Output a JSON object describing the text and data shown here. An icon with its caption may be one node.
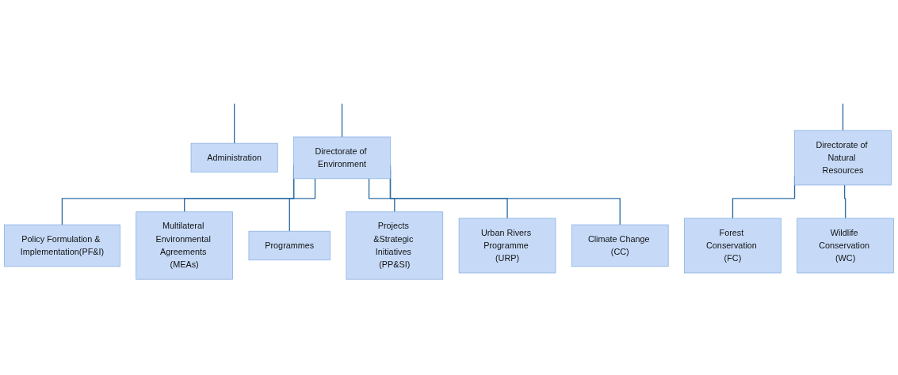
{
  "diagram": {
    "nodes": [
      {
        "text": [
          "Administration"
        ]
      },
      {
        "text": [
          "Directorate of Environment"
        ]
      },
      {
        "text": [
          "Directorate of Natural Resources"
        ]
      },
      {
        "text": [
          "Policy Formulation & Implementation(PF&I)"
        ]
      },
      {
        "text": [
          "Multilateral Environmental Agreements (MEAs)"
        ]
      },
      {
        "text": [
          "Programmes"
        ]
      },
      {
        "text": [
          "Projects &Strategic Initiatives (PP&SI)"
        ]
      },
      {
        "text": [
          "Urban Rivers Programme (URP)"
        ]
      },
      {
        "text": [
          "Climate Change (CC)"
        ]
      },
      {
        "text": [
          "Forest Conservation (FC)"
        ]
      },
      {
        "text": [
          "Wildlife Conservation (WC)"
        ]
      }
    ],
    "edges": [
      {
        "from": null,
        "to": 0,
        "arrow": "none"
      },
      {
        "from": null,
        "to": 1,
        "arrow": "none"
      },
      {
        "from": null,
        "to": 2,
        "arrow": "none"
      },
      {
        "from": 1,
        "to": 3,
        "arrow": "none"
      },
      {
        "from": 1,
        "to": 4,
        "arrow": "none"
      },
      {
        "from": 1,
        "to": 5,
        "arrow": "none"
      },
      {
        "from": 1,
        "to": 6,
        "arrow": "none"
      },
      {
        "from": 1,
        "to": 7,
        "arrow": "none"
      },
      {
        "from": 1,
        "to": 8,
        "arrow": "none"
      },
      {
        "from": 2,
        "to": 9,
        "arrow": "none"
      },
      {
        "from": 2,
        "to": 10,
        "arrow": "none"
      }
    ]
  }
}
